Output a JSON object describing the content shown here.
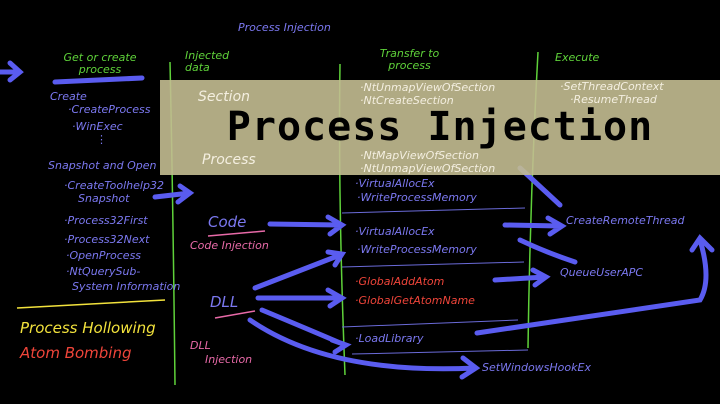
{
  "overlay_title": "Process Injection",
  "board_title": "Process Injection",
  "columns": {
    "get_or_create": "Get or create process",
    "injected_data": "Injected data",
    "transfer": "Transfer to process",
    "execute": "Execute"
  },
  "get_or_create": {
    "create_heading": "Create",
    "create_items": [
      "·CreateProcess",
      "·WinExec",
      "⋮"
    ],
    "snapshot_heading": "Snapshot and Open",
    "snapshot_items": [
      "·CreateToolhelp32",
      "Snapshot",
      "·Process32First",
      "·Process32Next",
      "·OpenProcess",
      "·NtQuerySub-",
      "System Information"
    ]
  },
  "techniques": {
    "hollowing": "Process Hollowing",
    "atom_bombing": "Atom Bombing"
  },
  "injected_data": {
    "section": "Section",
    "process": "Process",
    "code": "Code",
    "code_injection": "Code Injection",
    "dll": "DLL",
    "dll_injection_1": "DLL",
    "dll_injection_2": "Injection"
  },
  "transfer": {
    "hollow_items": [
      "·NtUnmapViewOfSection",
      "·NtCreateSection",
      "·NtMapViewOfSection",
      "·NtUnmapViewOfSection",
      "·VirtualAllocEx",
      "·WriteProcessMemory"
    ],
    "code_items": [
      "·VirtualAllocEx",
      "·WriteProcessMemory"
    ],
    "atom_items": [
      "·GlobalAddAtom",
      "·GlobalGetAtomName"
    ],
    "dll_items": [
      "·LoadLibrary"
    ]
  },
  "execute": {
    "set_thread_context": "·SetThreadContext",
    "resume_thread": "·ResumeThread",
    "create_remote_thread": "CreateRemoteThread",
    "queue_user_apc": "QueueUserAPC",
    "set_windows_hook": "SetWindowsHookEx"
  },
  "colors": {
    "background": "#000000",
    "ink_blue": "#7b78f0",
    "ink_green": "#5fd23a",
    "ink_pink": "#e86aa8",
    "ink_red": "#f0453a",
    "ink_yellow": "#f2e23c",
    "overlay": "#c3bc91"
  }
}
